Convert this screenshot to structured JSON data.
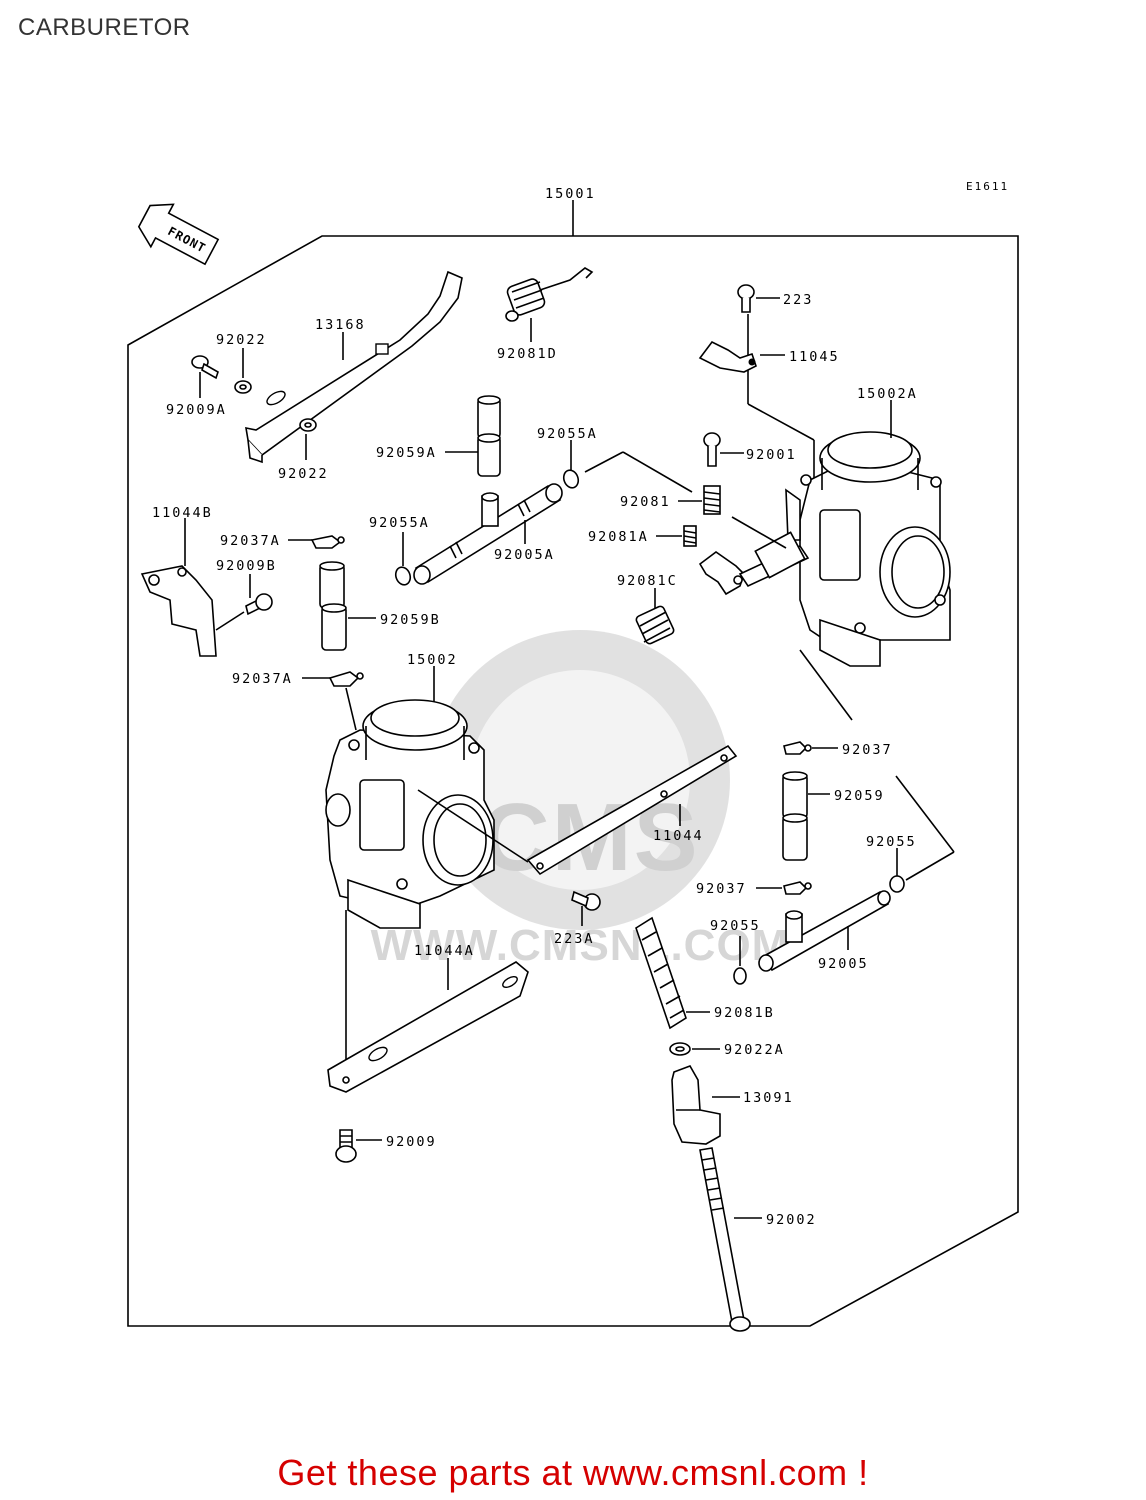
{
  "title": "CARBURETOR",
  "diagram_code": "E1611",
  "front_label": "FRONT",
  "watermark": "WWW.CMSNL.COM",
  "watermark_logo": "CMS",
  "parts": {
    "p15001": "15001",
    "p13168": "13168",
    "p92022_top": "92022",
    "p92009A": "92009A",
    "p92022_bot": "92022",
    "p92081D": "92081D",
    "p223": "223",
    "p11045": "11045",
    "p15002A": "15002A",
    "p92059A": "92059A",
    "p92055A_top": "92055A",
    "p92001": "92001",
    "p92081": "92081",
    "p11044B": "11044B",
    "p92037A_top": "92037A",
    "p92055A_left": "92055A",
    "p92005A": "92005A",
    "p92081A": "92081A",
    "p92009B": "92009B",
    "p92081C": "92081C",
    "p92059B": "92059B",
    "p15002": "15002",
    "p92037A_mid": "92037A",
    "p92037_top": "92037",
    "p92059": "92059",
    "p11044": "11044",
    "p92055_right": "92055",
    "p92037_bot": "92037",
    "p223A": "223A",
    "p92055_mid": "92055",
    "p92005": "92005",
    "p11044A": "11044A",
    "p92081B": "92081B",
    "p92022A": "92022A",
    "p13091": "13091",
    "p92009": "92009",
    "p92002": "92002"
  },
  "footer": "Get these parts at www.cmsnl.com !"
}
